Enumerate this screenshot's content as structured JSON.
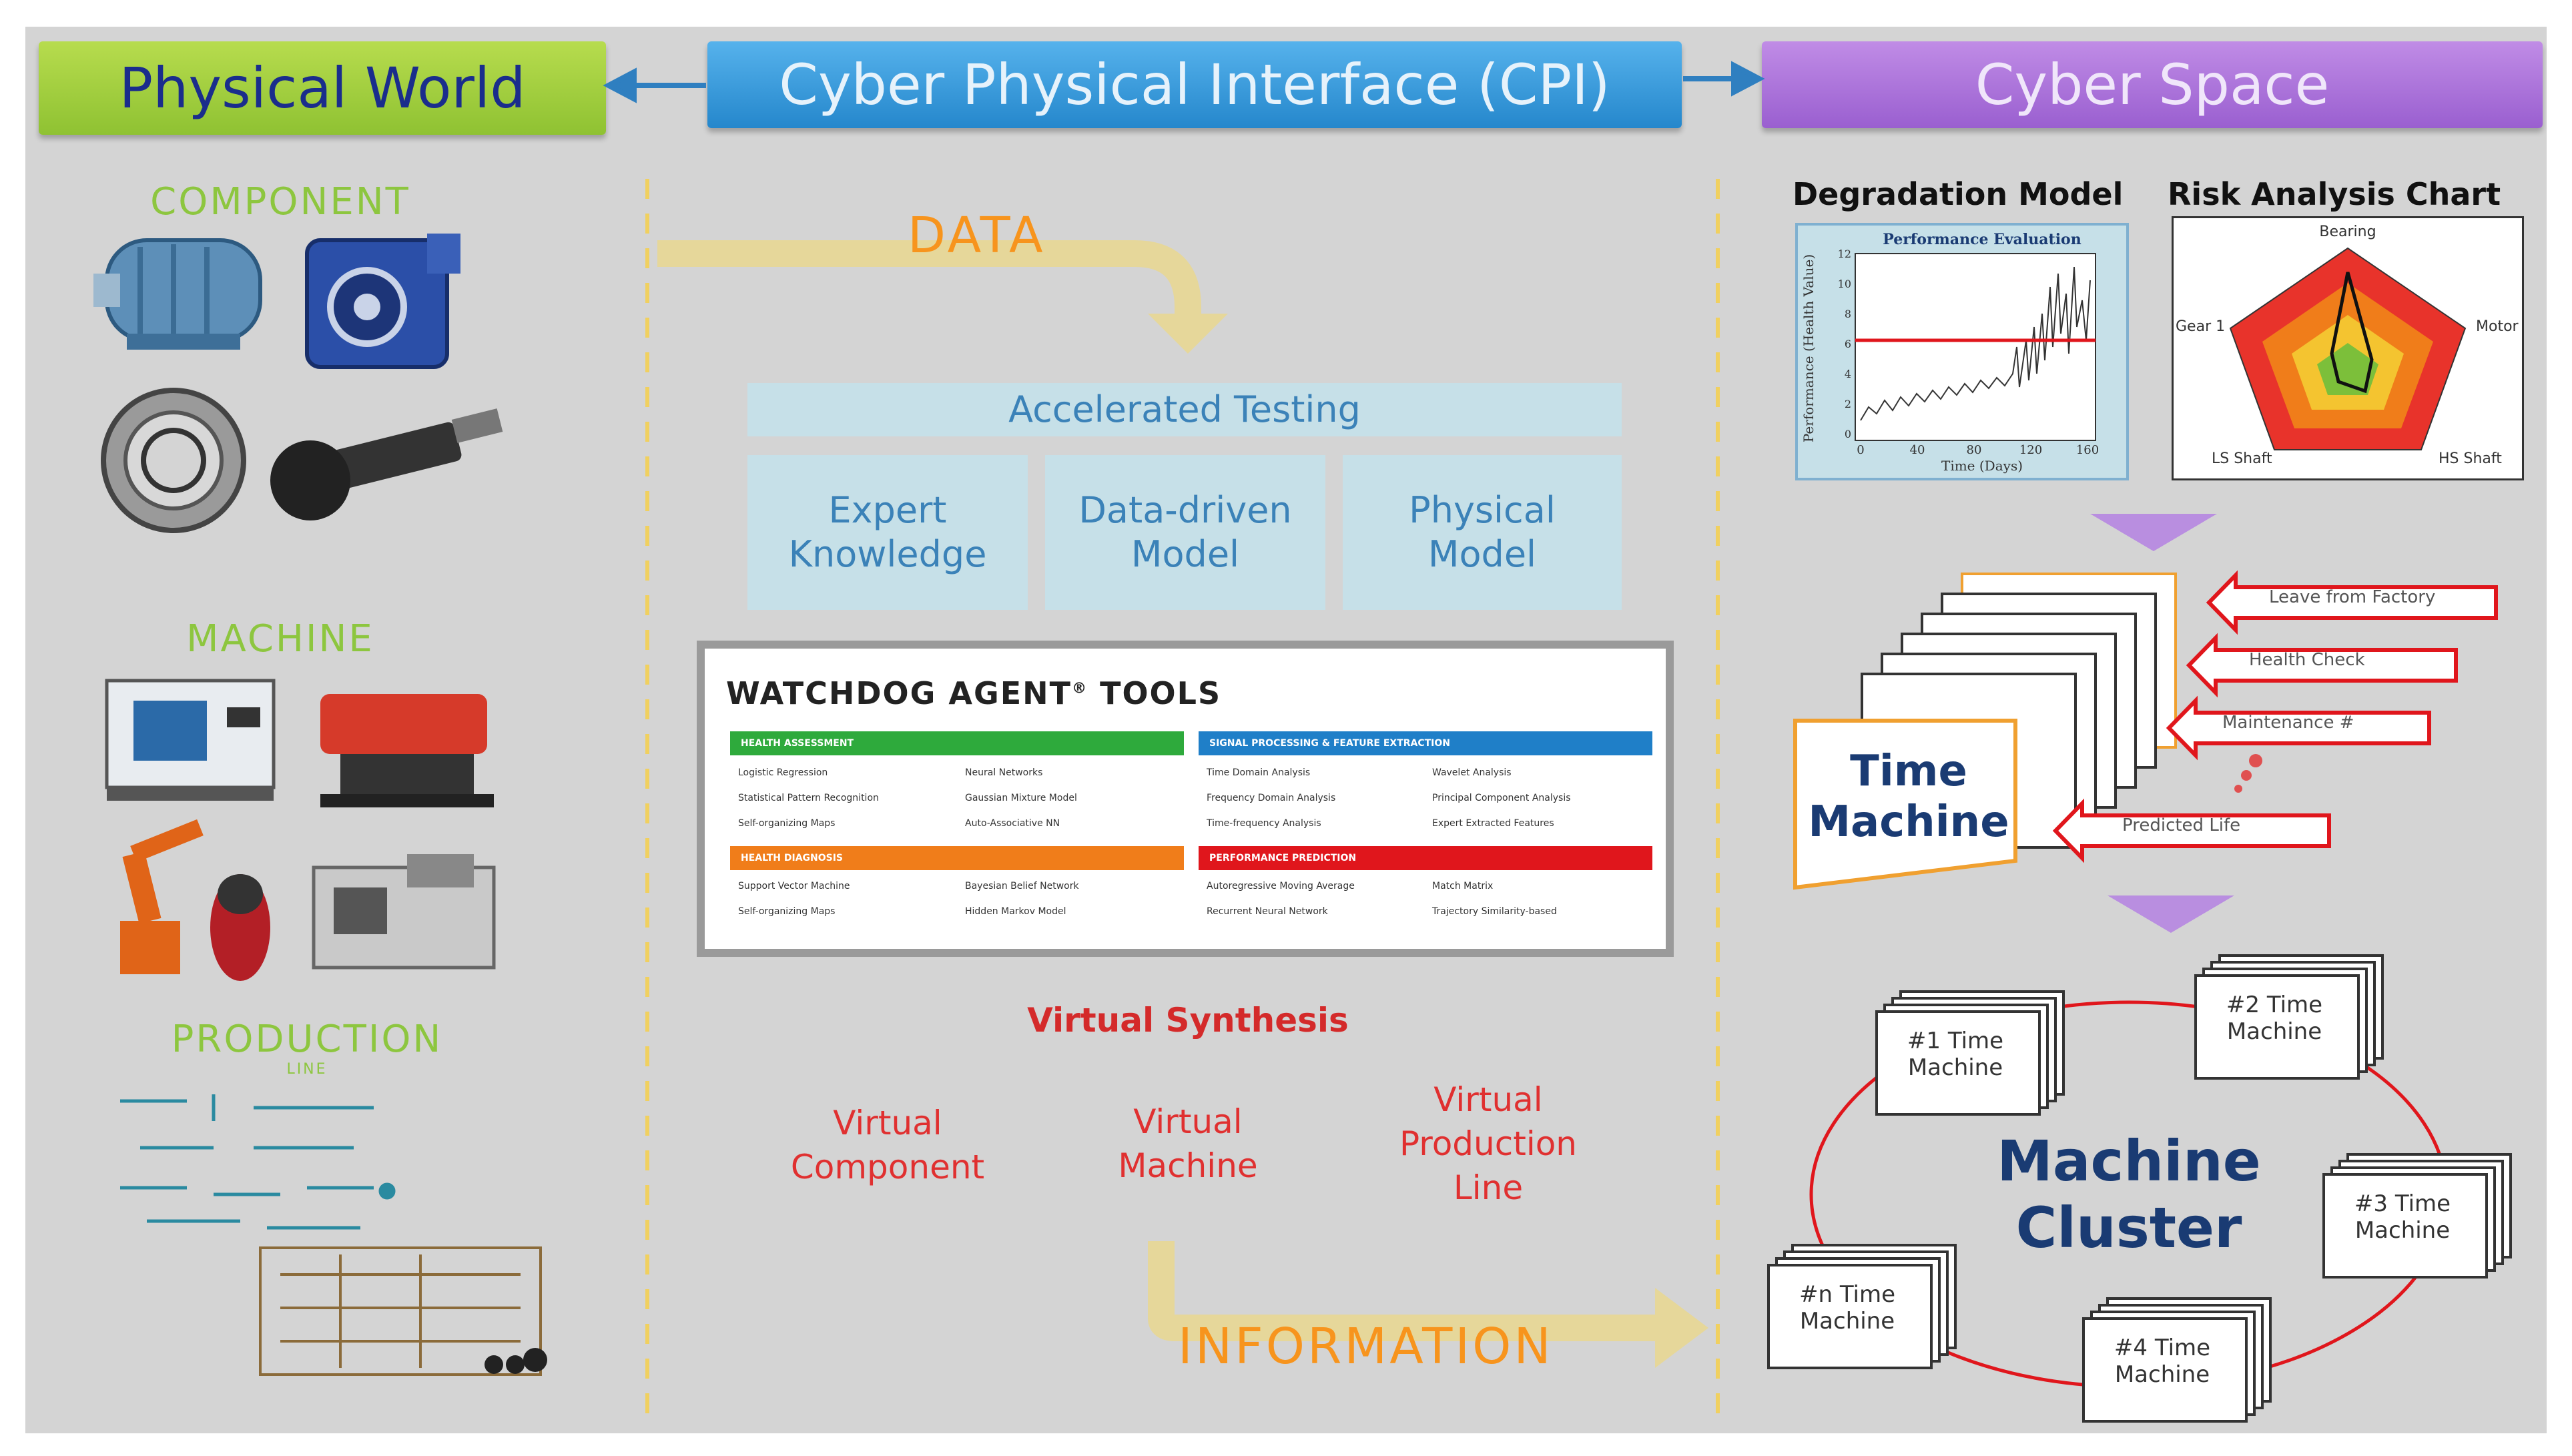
{
  "banners": {
    "physical": "Physical World",
    "cpi": "Cyber Physical Interface (CPI)",
    "cyber": "Cyber Space"
  },
  "physical": {
    "component": "COMPONENT",
    "machine": "MACHINE",
    "production": "PRODUCTION",
    "production_sub": "LINE"
  },
  "cpi": {
    "data": "DATA",
    "information": "INFORMATION",
    "accelerated_testing": "Accelerated Testing",
    "boxes": [
      {
        "line1": "Expert",
        "line2": "Knowledge"
      },
      {
        "line1": "Data-driven",
        "line2": "Model"
      },
      {
        "line1": "Physical",
        "line2": "Model"
      }
    ],
    "watchdog_title": "WATCHDOG AGENT",
    "watchdog_reg": "®",
    "watchdog_tools": "TOOLS",
    "watchdog_sections": [
      {
        "title": "HEALTH ASSESSMENT",
        "color": "#2eaa3c",
        "items": [
          "Logistic Regression",
          "Neural Networks",
          "Statistical Pattern Recognition",
          "Gaussian Mixture Model",
          "Self-organizing Maps",
          "Auto-Associative NN"
        ]
      },
      {
        "title": "SIGNAL PROCESSING & FEATURE EXTRACTION",
        "color": "#1f7fc8",
        "items": [
          "Time Domain Analysis",
          "Wavelet Analysis",
          "Frequency Domain Analysis",
          "Principal Component Analysis",
          "Time-frequency Analysis",
          "Expert Extracted Features"
        ]
      },
      {
        "title": "HEALTH DIAGNOSIS",
        "color": "#f07d1a",
        "items": [
          "Support Vector Machine",
          "Bayesian Belief Network",
          "Self-organizing Maps",
          "Hidden Markov Model"
        ]
      },
      {
        "title": "PERFORMANCE PREDICTION",
        "color": "#e0161c",
        "items": [
          "Autoregressive Moving Average",
          "Match Matrix",
          "Recurrent Neural Network",
          "Trajectory Similarity-based"
        ]
      }
    ],
    "virtual_synthesis": "Virtual Synthesis",
    "virtual_items": [
      {
        "line1": "Virtual",
        "line2": "Component",
        "line3": ""
      },
      {
        "line1": "Virtual",
        "line2": "Machine",
        "line3": ""
      },
      {
        "line1": "Virtual",
        "line2": "Production",
        "line3": "Line"
      }
    ]
  },
  "cyber": {
    "degradation_title": "Degradation Model",
    "risk_title": "Risk Analysis Chart",
    "perf_title": "Performance Evaluation",
    "perf_ylabel": "Performance (Health Value)",
    "perf_xlabel": "Time (Days)",
    "perf_xticks": [
      "0",
      "40",
      "80",
      "120",
      "160"
    ],
    "perf_yticks": [
      "0",
      "2",
      "4",
      "6",
      "8",
      "10",
      "12"
    ],
    "radar_labels": [
      "Bearing",
      "Motor",
      "HS Shaft",
      "LS Shaft",
      "Gear 1"
    ],
    "time_machine_line1": "Time",
    "time_machine_line2": "Machine",
    "tm_arrows": [
      "Leave from Factory",
      "Health Check",
      "Maintenance #",
      "Predicted Life"
    ],
    "cluster_line1": "Machine",
    "cluster_line2": "Cluster",
    "cluster_nodes": [
      {
        "line1": "#1 Time",
        "line2": "Machine"
      },
      {
        "line1": "#2 Time",
        "line2": "Machine"
      },
      {
        "line1": "#3 Time",
        "line2": "Machine"
      },
      {
        "line1": "#4 Time",
        "line2": "Machine"
      },
      {
        "line1": "#n Time",
        "line2": "Machine"
      }
    ]
  },
  "colors": {
    "panel_bg": "#d4d4d4",
    "physical_green": "#9ccc3c",
    "cpi_blue": "#2f95d8",
    "cyber_purple": "#a66bd6",
    "orange": "#f7941d",
    "red": "#e03030",
    "navy": "#1a3b73"
  }
}
